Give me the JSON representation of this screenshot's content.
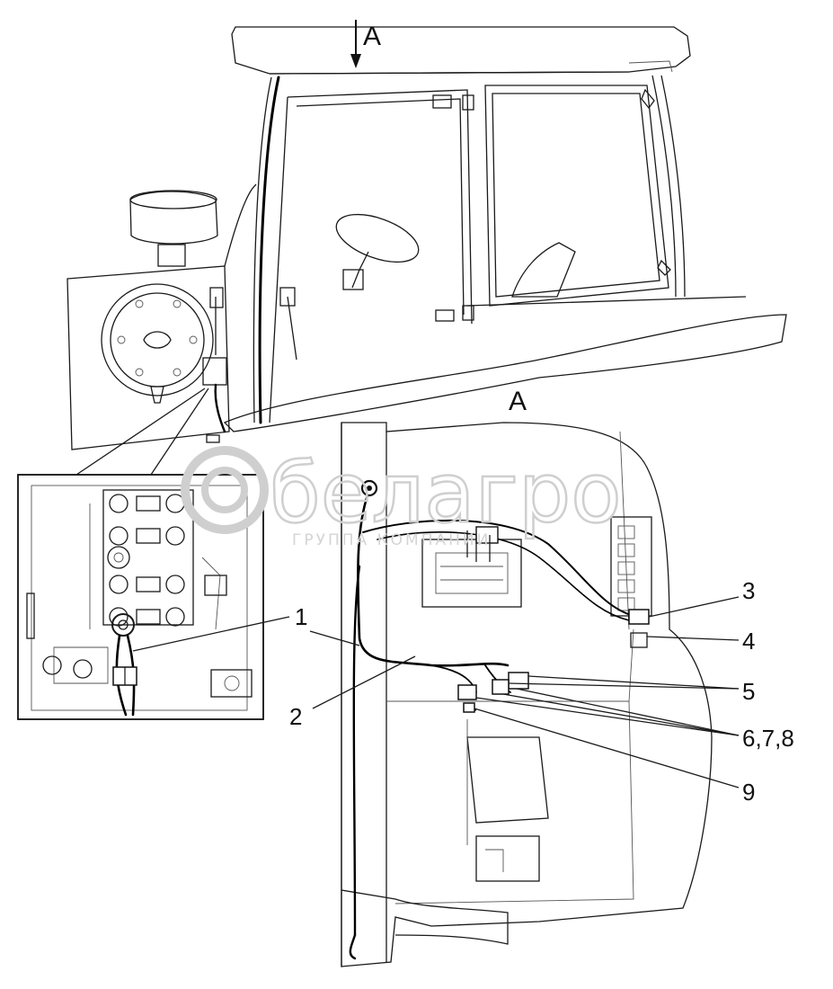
{
  "view_label_arrow": "A",
  "view_label_detail": "A",
  "watermark": {
    "brand": "белагро",
    "subtitle": "ГРУППА КОМПАНИИ"
  },
  "callouts": [
    {
      "id": "c1",
      "text": "1"
    },
    {
      "id": "c2",
      "text": "2"
    },
    {
      "id": "c3",
      "text": "3"
    },
    {
      "id": "c4",
      "text": "4"
    },
    {
      "id": "c5",
      "text": "5"
    },
    {
      "id": "c678",
      "text": "6,7,8"
    },
    {
      "id": "c9",
      "text": "9"
    }
  ],
  "colors": {
    "line": "#1a1a1a",
    "watermark": "#cfcfcf",
    "background": "#ffffff"
  }
}
